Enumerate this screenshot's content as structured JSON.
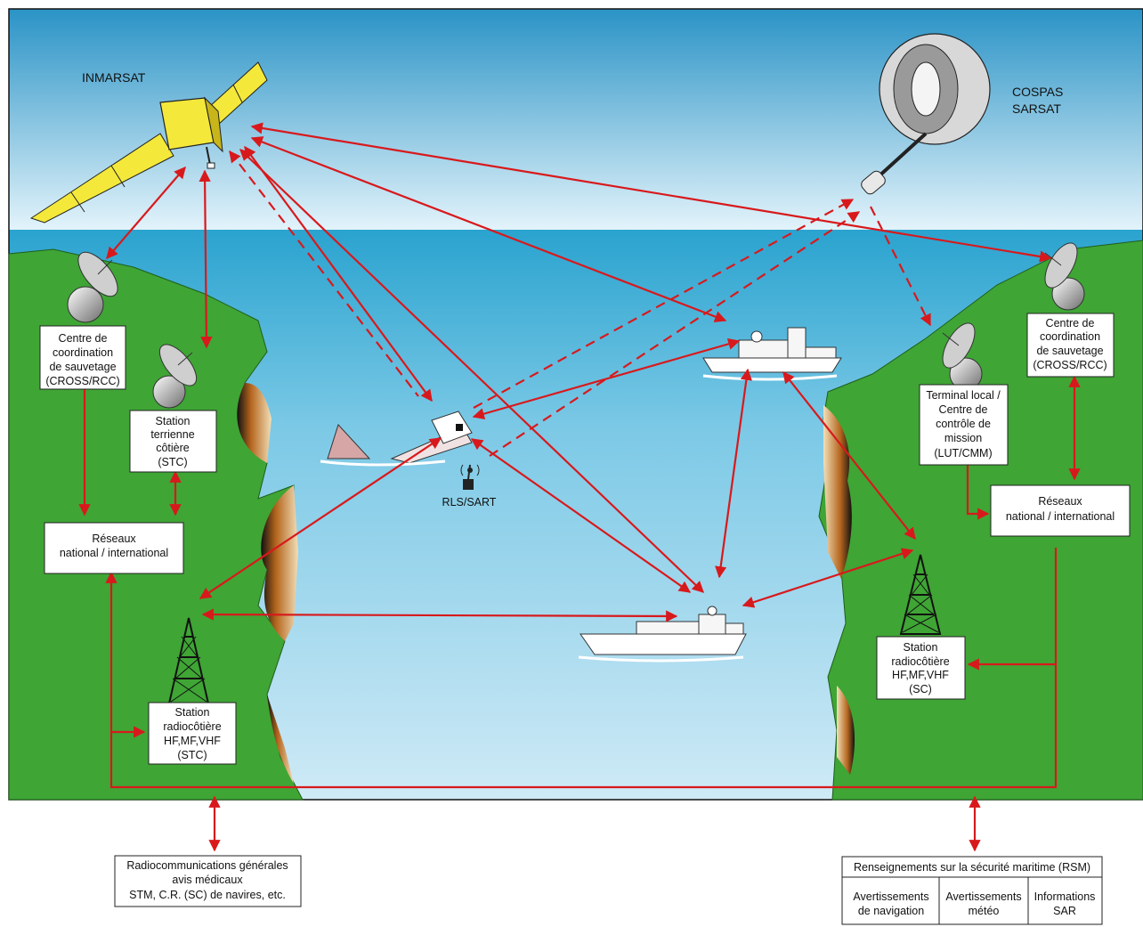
{
  "satellites": {
    "inmarsat": "INMARSAT",
    "cospas_line1": "COSPAS",
    "cospas_line2": "SARSAT"
  },
  "left": {
    "rcc": [
      "Centre de",
      "coordination",
      "de sauvetage",
      "(CROSS/RCC)"
    ],
    "ces": [
      "Station",
      "terrienne",
      "côtière",
      "(STC)"
    ],
    "network": [
      "Réseaux",
      "national / international"
    ],
    "coast_station": [
      "Station",
      "radiocôtière",
      "HF,MF,VHF",
      "(STC)"
    ]
  },
  "right": {
    "rcc": [
      "Centre de",
      "coordination",
      "de sauvetage",
      "(CROSS/RCC)"
    ],
    "lut": [
      "Terminal local /",
      "Centre de",
      "contrôle de",
      "mission",
      "(LUT/CMM)"
    ],
    "network": [
      "Réseaux",
      "national / international"
    ],
    "coast_station": [
      "Station",
      "radiocôtière",
      "HF,MF,VHF",
      "(SC)"
    ]
  },
  "beacon": "RLS/SART",
  "bottom_left": [
    "Radiocommunications générales",
    "avis médicaux",
    "STM, C.R. (SC) de navires, etc."
  ],
  "msi": {
    "title": "Renseignements sur la sécurité maritime (RSM)",
    "cols": [
      [
        "Avertissements",
        "de navigation"
      ],
      [
        "Avertissements",
        "météo"
      ],
      [
        "Informations",
        "SAR"
      ]
    ]
  },
  "colors": {
    "link": "#d8191c",
    "land": "#3fa535",
    "sea": "#8fd0ea",
    "sky": "#2f9ccd",
    "panel": "#f4e83a"
  }
}
